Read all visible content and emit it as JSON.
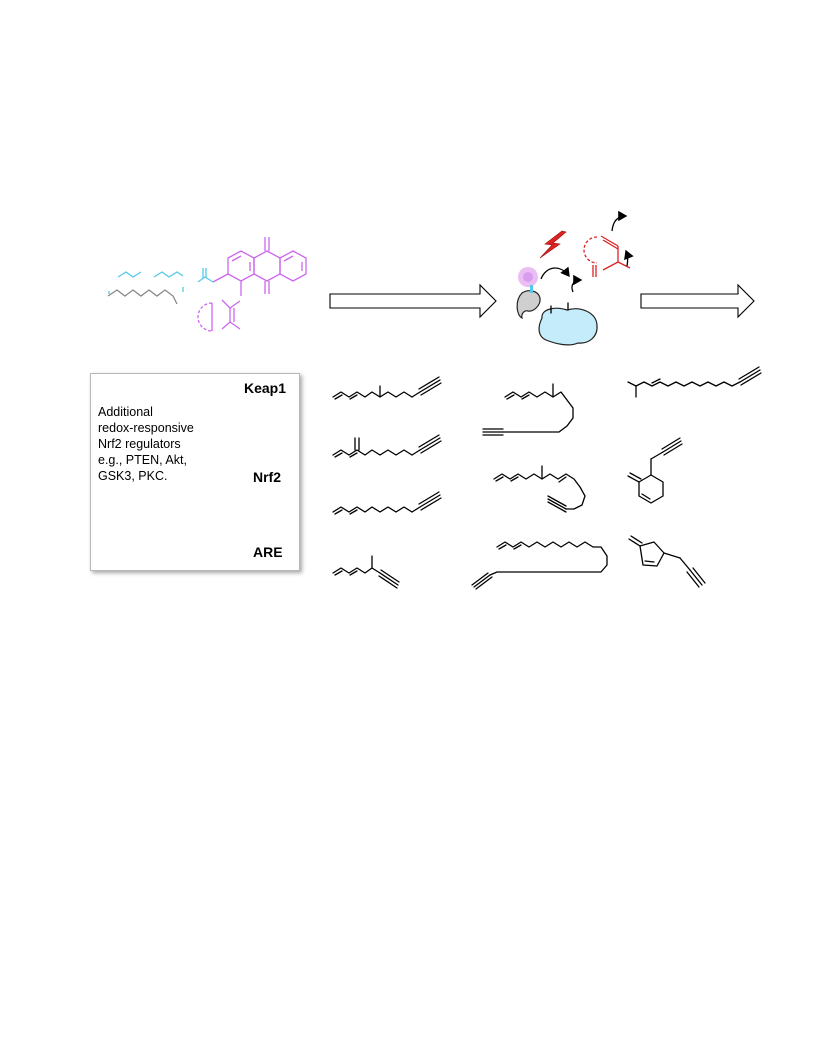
{
  "pathway": {
    "keap1": "Keap1",
    "nrf2": "Nrf2",
    "are": "ARE",
    "regulators": [
      "Additional",
      "redox-responsive",
      "Nrf2 regulators",
      "e.g., PTEN, Akt,",
      "GSK3, PKC."
    ]
  },
  "colors": {
    "probe_magenta": "#cc66ee",
    "probe_cyan": "#55c8e8",
    "reactive_red": "#dd2222",
    "protein_blue": "#c4ecfa",
    "arrow_fill": "#c9dcef"
  }
}
